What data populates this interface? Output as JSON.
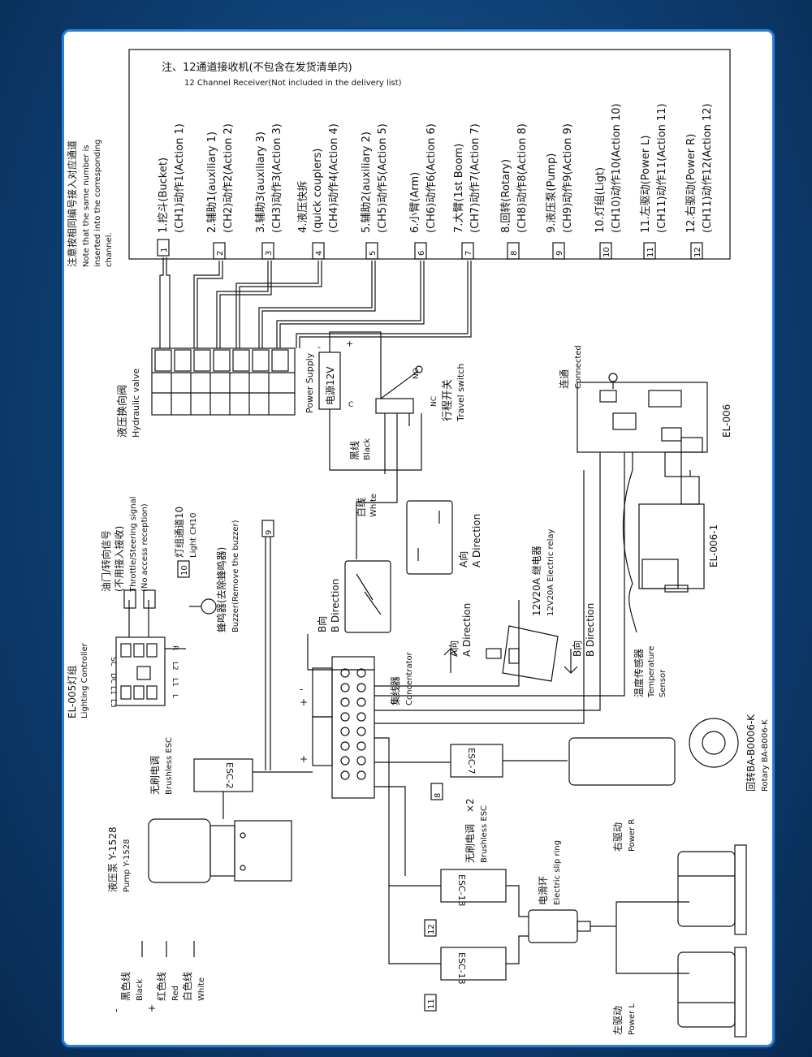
{
  "receiver_note": {
    "title_cn": "注、12通道接收机(不包含在发货清单内)",
    "title_en": "12 Channel Receiver(Not included in the delivery list)"
  },
  "channels": [
    {
      "cn": "1.挖斗(Bucket)",
      "en": "(CH1)动作1(Action 1)"
    },
    {
      "cn": "2.辅助1(auxiliary 1)",
      "en": "(CH2)动作2(Action 2)"
    },
    {
      "cn": "3.辅助3(auxiliary 3)",
      "en": "(CH3)动作3(Action 3)"
    },
    {
      "cn": "4.液压快拆",
      "cn2": "(quick couplers)",
      "en": "(CH4)动作4(Action 4)"
    },
    {
      "cn": "5.辅助2(auxiliary 2)",
      "en": "(CH5)动作5(Action 5)"
    },
    {
      "cn": "6.小臂(Arm)",
      "en": "(CH6)动作6(Action 6)"
    },
    {
      "cn": "7.大臂(1st Boom)",
      "en": "(CH7)动作7(Action 7)"
    },
    {
      "cn": "8.回转(Rotary)",
      "en": "(CH8)动作8(Action 8)"
    },
    {
      "cn": "9.液压泵(Pump)",
      "en": "(CH9)动作9(Action 9)"
    },
    {
      "cn": "10.灯组(Ligt)",
      "en": "(CH10)动作10(Action 10)"
    },
    {
      "cn": "11.左驱动(Power L)",
      "en": "(CH11)动作11(Action 11)"
    },
    {
      "cn": "12.右驱动(Power R)",
      "en": "(CH11)动作12(Action 12)"
    }
  ],
  "channel_numbers": [
    "1",
    "2",
    "3",
    "4",
    "5",
    "6",
    "7",
    "8",
    "9",
    "10",
    "11",
    "12"
  ],
  "left_note": {
    "cn": "注意按相同编号接入对应通道",
    "en1": "Note that the same number is",
    "en2": "inserted into the corresponding",
    "en3": "channel."
  },
  "hydraulic_valve": {
    "cn": "液压换向阀",
    "en": "Hydraulic valve"
  },
  "power_supply": {
    "en": "Power Supply",
    "cn": "电源12V"
  },
  "travel_switch": {
    "cn": "行程开关",
    "en": "Travel switch",
    "c": "C",
    "no": "NO",
    "nc": "NC"
  },
  "black_wire": {
    "cn": "黑线",
    "en": "Black"
  },
  "white_wire": {
    "cn": "白线",
    "en": "White"
  },
  "connected": {
    "cn": "连通",
    "en": "Connected"
  },
  "el006": "EL-006",
  "el0061": "EL-006-1",
  "throttle": {
    "cn1": "油门/转向信号",
    "cn2": "(不用接入接收)",
    "en1": "Throttle/Steering signal",
    "en2": "(No access reception)"
  },
  "light_group": {
    "cn": "灯组通道10",
    "en": "Light CH10"
  },
  "buzzer": {
    "cn": "蜂鸣器(去除蜂鸣器)",
    "en": "Buzzer(Remove the buzzer)"
  },
  "lighting_controller": {
    "cn": "EL-005灯组",
    "en": "Lighting Controller",
    "pins": [
      "SC",
      "DC",
      "L1",
      "L2",
      "L3",
      "R",
      "L2",
      "L1",
      "L"
    ]
  },
  "a_direction": {
    "cn": "A向",
    "en": "A Direction"
  },
  "b_direction": {
    "cn": "B向",
    "en": "B Direction"
  },
  "relay": {
    "cn": "12V20A 继电器",
    "en": "12V20A Electric relay"
  },
  "concentrator": {
    "cn": "集线器",
    "en": "Concentrator"
  },
  "temp_sensor": {
    "cn": "温度传感器",
    "en1": "Temperature",
    "en2": "Sensor"
  },
  "rotary": {
    "cn": "回转BA-B0006-K",
    "en": "Rotary BA-B006-K"
  },
  "esc": {
    "esc2": "ESC-2",
    "esc7": "ESC-7",
    "esc13a": "ESC-13",
    "esc13b": "ESC-13"
  },
  "brushless_esc": {
    "cn": "无刷电调",
    "en": "Brushless ESC"
  },
  "brushless_esc2": {
    "cn": "无刷电调",
    "en": "Brushless ESC",
    "x2": "×2"
  },
  "pump": {
    "cn": "液压泵 Y-1528",
    "en": "Pump Y-1528"
  },
  "slip_ring": {
    "cn": "电滑环",
    "en": "Electric slip ring"
  },
  "power_r": {
    "cn": "右驱动",
    "en": "Power R"
  },
  "power_l": {
    "cn": "左驱动",
    "en": "Power L"
  },
  "legend": {
    "black": {
      "sign": "-",
      "cn": "黑色线",
      "en": "Black"
    },
    "red": {
      "sign": "+",
      "cn": "红色线",
      "en": "Red"
    },
    "white": {
      "cn": "白色线",
      "en": "White"
    }
  },
  "colors": {
    "frame": "#2a7fd4",
    "background": "#0d3f73"
  }
}
